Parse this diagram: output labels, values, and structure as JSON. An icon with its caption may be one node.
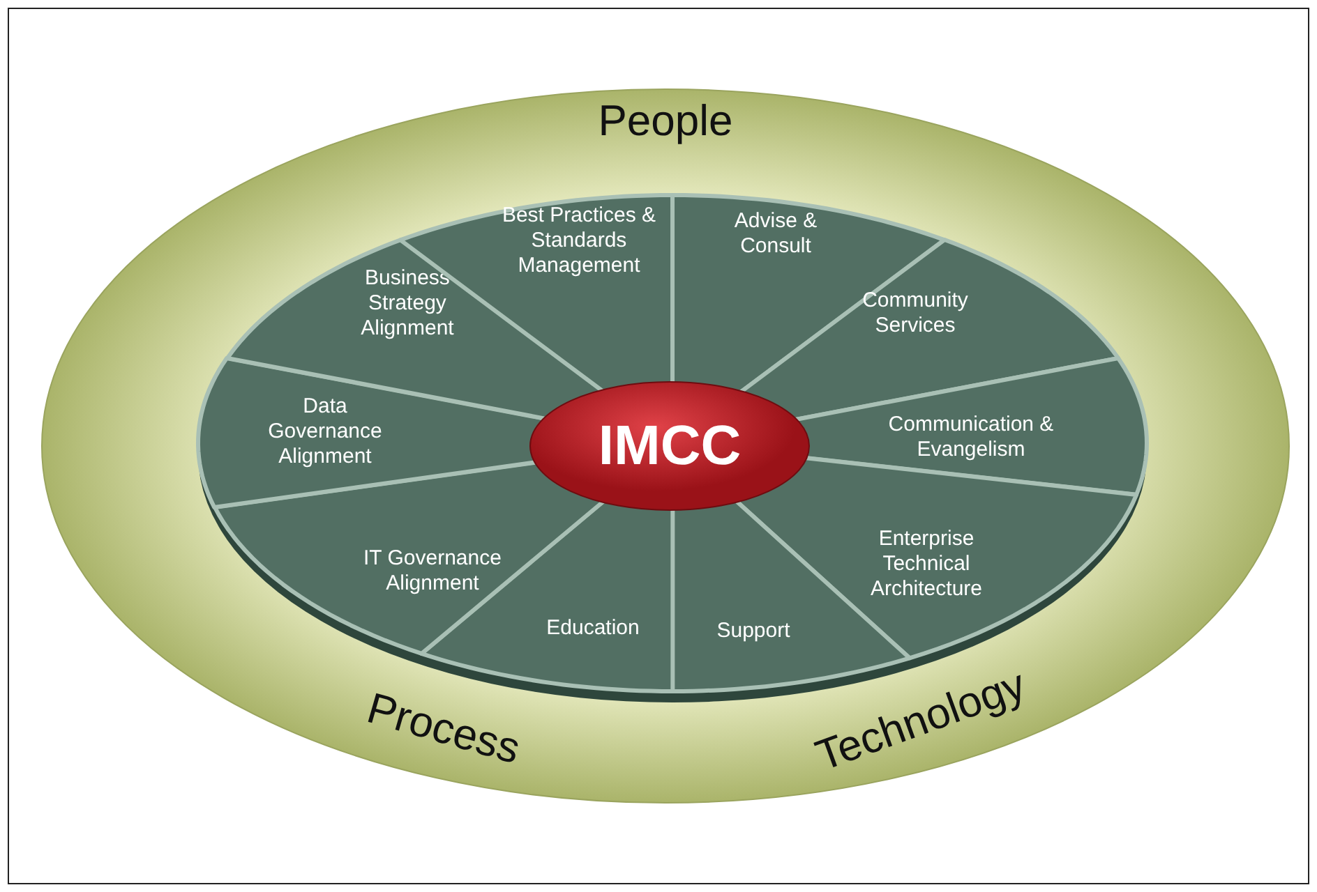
{
  "diagram": {
    "nodes": [
      {
        "text": [
          "People",
          "Process",
          "Technology"
        ]
      },
      {
        "text": [],
        "shape": "circle",
        "in": 0
      },
      {
        "text": [
          "Advise & Consult"
        ],
        "in": 1
      },
      {
        "text": [
          "Community Services"
        ],
        "in": 1
      },
      {
        "text": [
          "Communication & Evangelism"
        ],
        "in": 1
      },
      {
        "text": [
          "Enterprise Technical Architecture"
        ],
        "in": 1
      },
      {
        "text": [
          "Support"
        ],
        "in": 1
      },
      {
        "text": [
          "Education"
        ],
        "in": 1
      },
      {
        "text": [
          "IT Governance Alignment"
        ],
        "in": 1
      },
      {
        "text": [
          "Data Governance Alignment"
        ],
        "in": 1
      },
      {
        "text": [
          "Business Strategy Alignment"
        ],
        "in": 1
      },
      {
        "text": [
          "Best Practices & Standards Management"
        ],
        "in": 1
      },
      {
        "text": [
          "IMCC"
        ],
        "in": 1
      }
    ]
  }
}
